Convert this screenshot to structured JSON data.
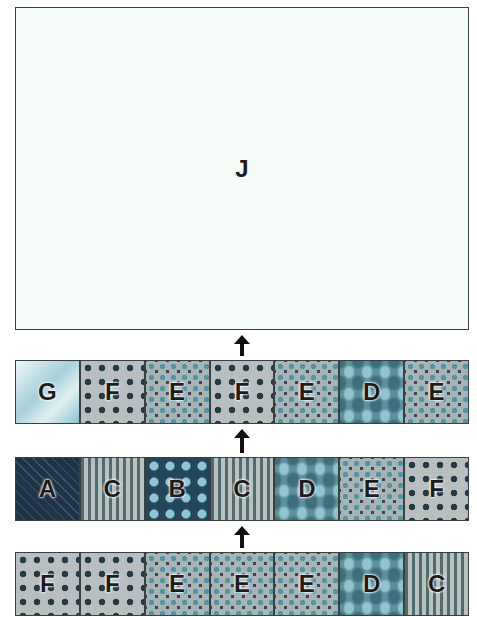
{
  "diagram": {
    "nodes": [
      {
        "text": [
          "J"
        ]
      },
      {
        "text": [
          "G"
        ]
      },
      {
        "text": [
          "F"
        ]
      },
      {
        "text": [
          "E"
        ]
      },
      {
        "text": [
          "F"
        ]
      },
      {
        "text": [
          "E"
        ]
      },
      {
        "text": [
          "D"
        ]
      },
      {
        "text": [
          "E"
        ]
      },
      {
        "text": [
          "A"
        ]
      },
      {
        "text": [
          "C"
        ]
      },
      {
        "text": [
          "B"
        ]
      },
      {
        "text": [
          "C"
        ]
      },
      {
        "text": [
          "D"
        ]
      },
      {
        "text": [
          "E"
        ]
      },
      {
        "text": [
          "F"
        ]
      },
      {
        "text": [
          "F"
        ]
      },
      {
        "text": [
          "F"
        ]
      },
      {
        "text": [
          "E"
        ]
      },
      {
        "text": [
          "E"
        ]
      },
      {
        "text": [
          "E"
        ]
      },
      {
        "text": [
          "D"
        ]
      },
      {
        "text": [
          "C"
        ]
      }
    ],
    "edges": [
      {
        "from": 18,
        "to": 11,
        "arrow": "to"
      },
      {
        "from": 11,
        "to": 4,
        "arrow": "to"
      },
      {
        "from": 4,
        "to": 0,
        "arrow": "to"
      }
    ]
  }
}
